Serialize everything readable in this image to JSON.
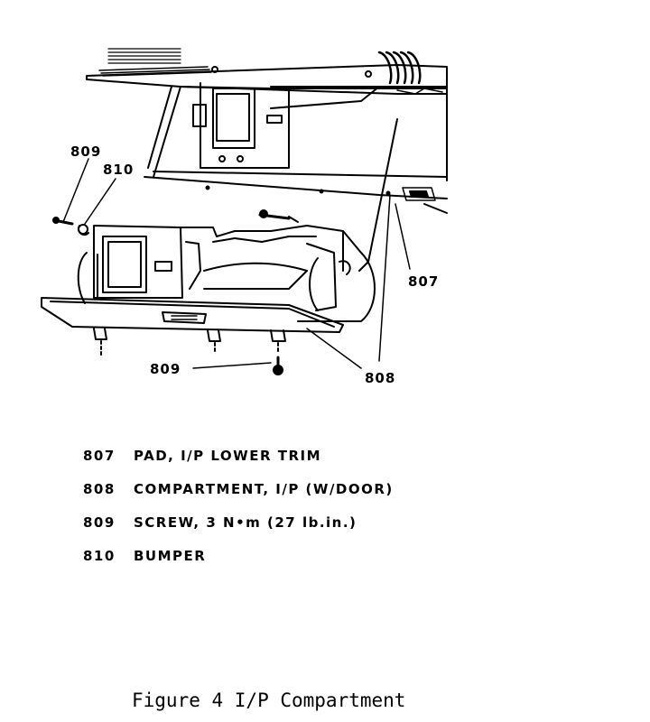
{
  "callouts": {
    "c809_top": "809",
    "c810": "810",
    "c807": "807",
    "c809_bottom": "809",
    "c808": "808"
  },
  "legend": [
    {
      "number": "807",
      "description": "PAD, I/P LOWER TRIM"
    },
    {
      "number": "808",
      "description": "COMPARTMENT, I/P (W/DOOR)"
    },
    {
      "number": "809",
      "description": "SCREW, 3 N•m (27 lb.in.)"
    },
    {
      "number": "810",
      "description": "BUMPER"
    }
  ],
  "caption": "Figure 4 I/P Compartment"
}
